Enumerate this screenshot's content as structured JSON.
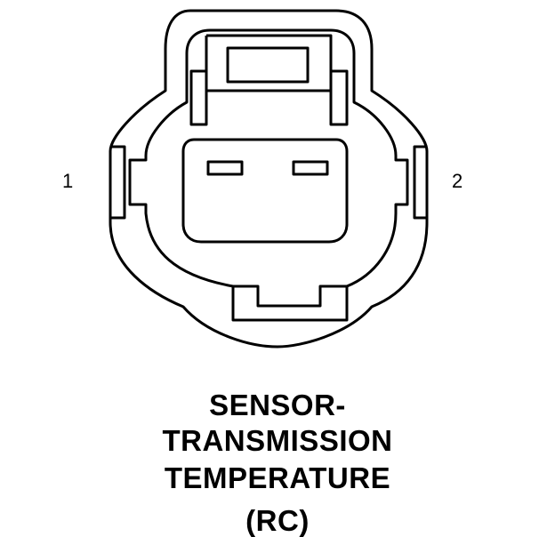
{
  "diagram": {
    "pins": [
      {
        "number": "1"
      },
      {
        "number": "2"
      }
    ],
    "caption": {
      "line1": "SENSOR-",
      "line2": "TRANSMISSION",
      "line3": "TEMPERATURE",
      "line4": "(RC)"
    },
    "colors": {
      "stroke": "#000000",
      "background": "#ffffff"
    }
  }
}
